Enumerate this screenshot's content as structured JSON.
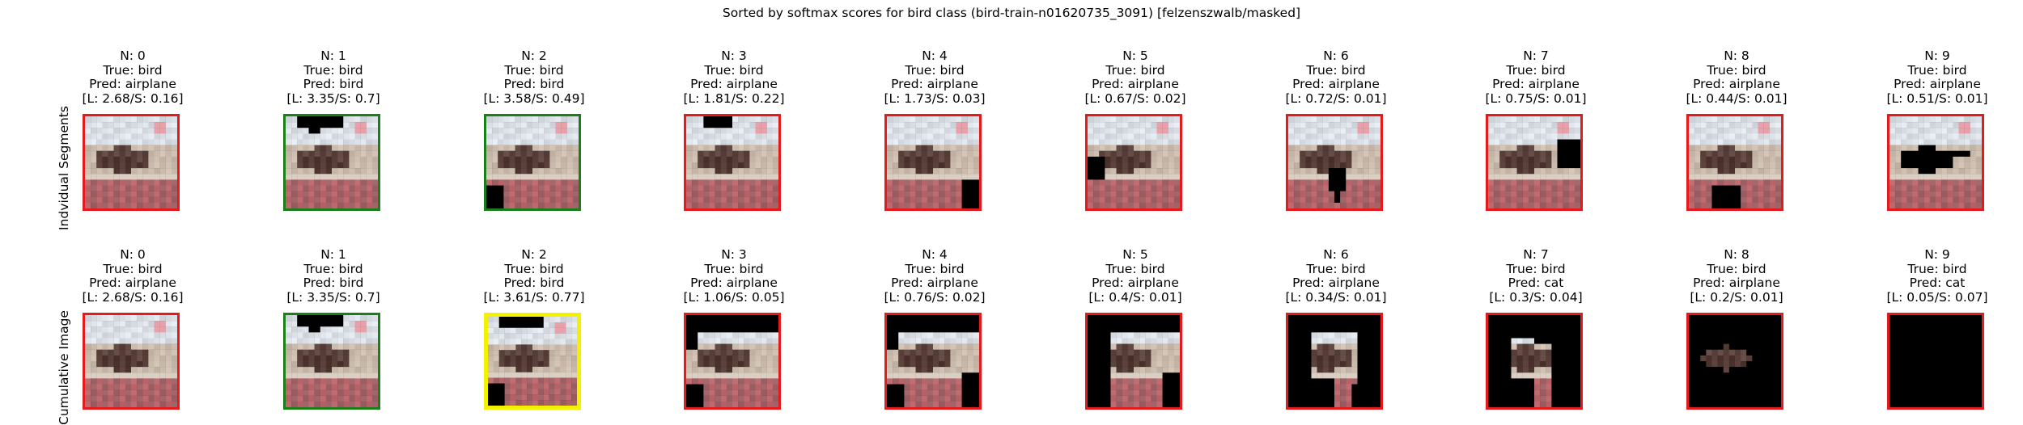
{
  "title": "Sorted by softmax scores for bird class (bird-train-n01620735_3091) [felzenszwalb/masked]",
  "rows": [
    {
      "label": "Indvidual Segments",
      "cells": [
        {
          "n": "N: 0",
          "true_label": "True: bird",
          "pred": "Pred: airplane",
          "scores": "[L: 2.68/S: 0.16]",
          "frame_color": "red",
          "mask": "none"
        },
        {
          "n": "N: 1",
          "true_label": "True: bird",
          "pred": "Pred: bird",
          "scores": "[L: 3.35/S: 0.7]",
          "frame_color": "green",
          "mask": "top-strip"
        },
        {
          "n": "N: 2",
          "true_label": "True: bird",
          "pred": "Pred: bird",
          "scores": "[L: 3.58/S: 0.49]",
          "frame_color": "green",
          "mask": "bottom-left"
        },
        {
          "n": "N: 3",
          "true_label": "True: bird",
          "pred": "Pred: airplane",
          "scores": "[L: 1.81/S: 0.22]",
          "frame_color": "red",
          "mask": "top-small"
        },
        {
          "n": "N: 4",
          "true_label": "True: bird",
          "pred": "Pred: airplane",
          "scores": "[L: 1.73/S: 0.03]",
          "frame_color": "red",
          "mask": "bottom-right"
        },
        {
          "n": "N: 5",
          "true_label": "True: bird",
          "pred": "Pred: airplane",
          "scores": "[L: 0.67/S: 0.02]",
          "frame_color": "red",
          "mask": "left-mid"
        },
        {
          "n": "N: 6",
          "true_label": "True: bird",
          "pred": "Pred: airplane",
          "scores": "[L: 0.72/S: 0.01]",
          "frame_color": "red",
          "mask": "center-mid"
        },
        {
          "n": "N: 7",
          "true_label": "True: bird",
          "pred": "Pred: airplane",
          "scores": "[L: 0.75/S: 0.01]",
          "frame_color": "red",
          "mask": "right-mid"
        },
        {
          "n": "N: 8",
          "true_label": "True: bird",
          "pred": "Pred: airplane",
          "scores": "[L: 0.44/S: 0.01]",
          "frame_color": "red",
          "mask": "bottom-center"
        },
        {
          "n": "N: 9",
          "true_label": "True: bird",
          "pred": "Pred: airplane",
          "scores": "[L: 0.51/S: 0.01]",
          "frame_color": "red",
          "mask": "bird-body"
        }
      ]
    },
    {
      "label": "Cumulative Image",
      "cells": [
        {
          "n": "N: 0",
          "true_label": "True: bird",
          "pred": "Pred: airplane",
          "scores": "[L: 2.68/S: 0.16]",
          "frame_color": "red",
          "mask": "none"
        },
        {
          "n": "N: 1",
          "true_label": "True: bird",
          "pred": "Pred: bird",
          "scores": "[L: 3.35/S: 0.7]",
          "frame_color": "green",
          "mask": "top-strip"
        },
        {
          "n": "N: 2",
          "true_label": "True: bird",
          "pred": "Pred: bird",
          "scores": "[L: 3.61/S: 0.77]",
          "frame_color": "yellow",
          "mask": "cum-2"
        },
        {
          "n": "N: 3",
          "true_label": "True: bird",
          "pred": "Pred: airplane",
          "scores": "[L: 1.06/S: 0.05]",
          "frame_color": "red",
          "mask": "cum-3"
        },
        {
          "n": "N: 4",
          "true_label": "True: bird",
          "pred": "Pred: airplane",
          "scores": "[L: 0.76/S: 0.02]",
          "frame_color": "red",
          "mask": "cum-4"
        },
        {
          "n": "N: 5",
          "true_label": "True: bird",
          "pred": "Pred: airplane",
          "scores": "[L: 0.4/S: 0.01]",
          "frame_color": "red",
          "mask": "cum-5"
        },
        {
          "n": "N: 6",
          "true_label": "True: bird",
          "pred": "Pred: airplane",
          "scores": "[L: 0.34/S: 0.01]",
          "frame_color": "red",
          "mask": "cum-6"
        },
        {
          "n": "N: 7",
          "true_label": "True: bird",
          "pred": "Pred: cat",
          "scores": "[L: 0.3/S: 0.04]",
          "frame_color": "red",
          "mask": "cum-7"
        },
        {
          "n": "N: 8",
          "true_label": "True: bird",
          "pred": "Pred: airplane",
          "scores": "[L: 0.2/S: 0.01]",
          "frame_color": "red",
          "mask": "cum-8"
        },
        {
          "n": "N: 9",
          "true_label": "True: bird",
          "pred": "Pred: cat",
          "scores": "[L: 0.05/S: 0.07]",
          "frame_color": "red",
          "mask": "all"
        }
      ]
    }
  ]
}
